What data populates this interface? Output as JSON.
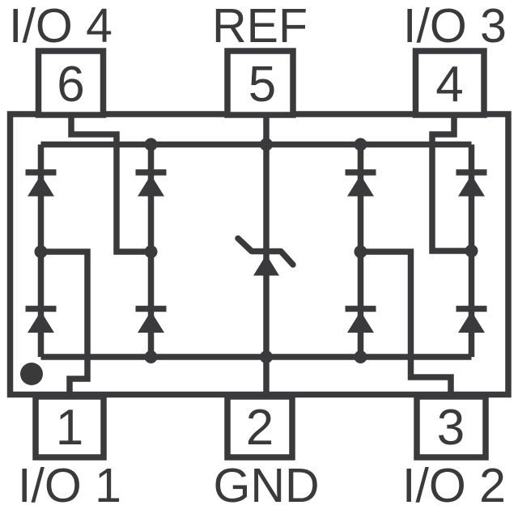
{
  "diagram": {
    "title": "6-pin-tvs-diode-array-pinout-schematic",
    "colors": {
      "line": "#3a3a3c",
      "background": "#ffffff"
    },
    "pins": {
      "top": [
        {
          "number": "6",
          "label": "I/O 4"
        },
        {
          "number": "5",
          "label": "REF"
        },
        {
          "number": "4",
          "label": "I/O 3"
        }
      ],
      "bottom": [
        {
          "number": "1",
          "label": "I/O 1"
        },
        {
          "number": "2",
          "label": "GND"
        },
        {
          "number": "3",
          "label": "I/O 2"
        }
      ]
    }
  }
}
